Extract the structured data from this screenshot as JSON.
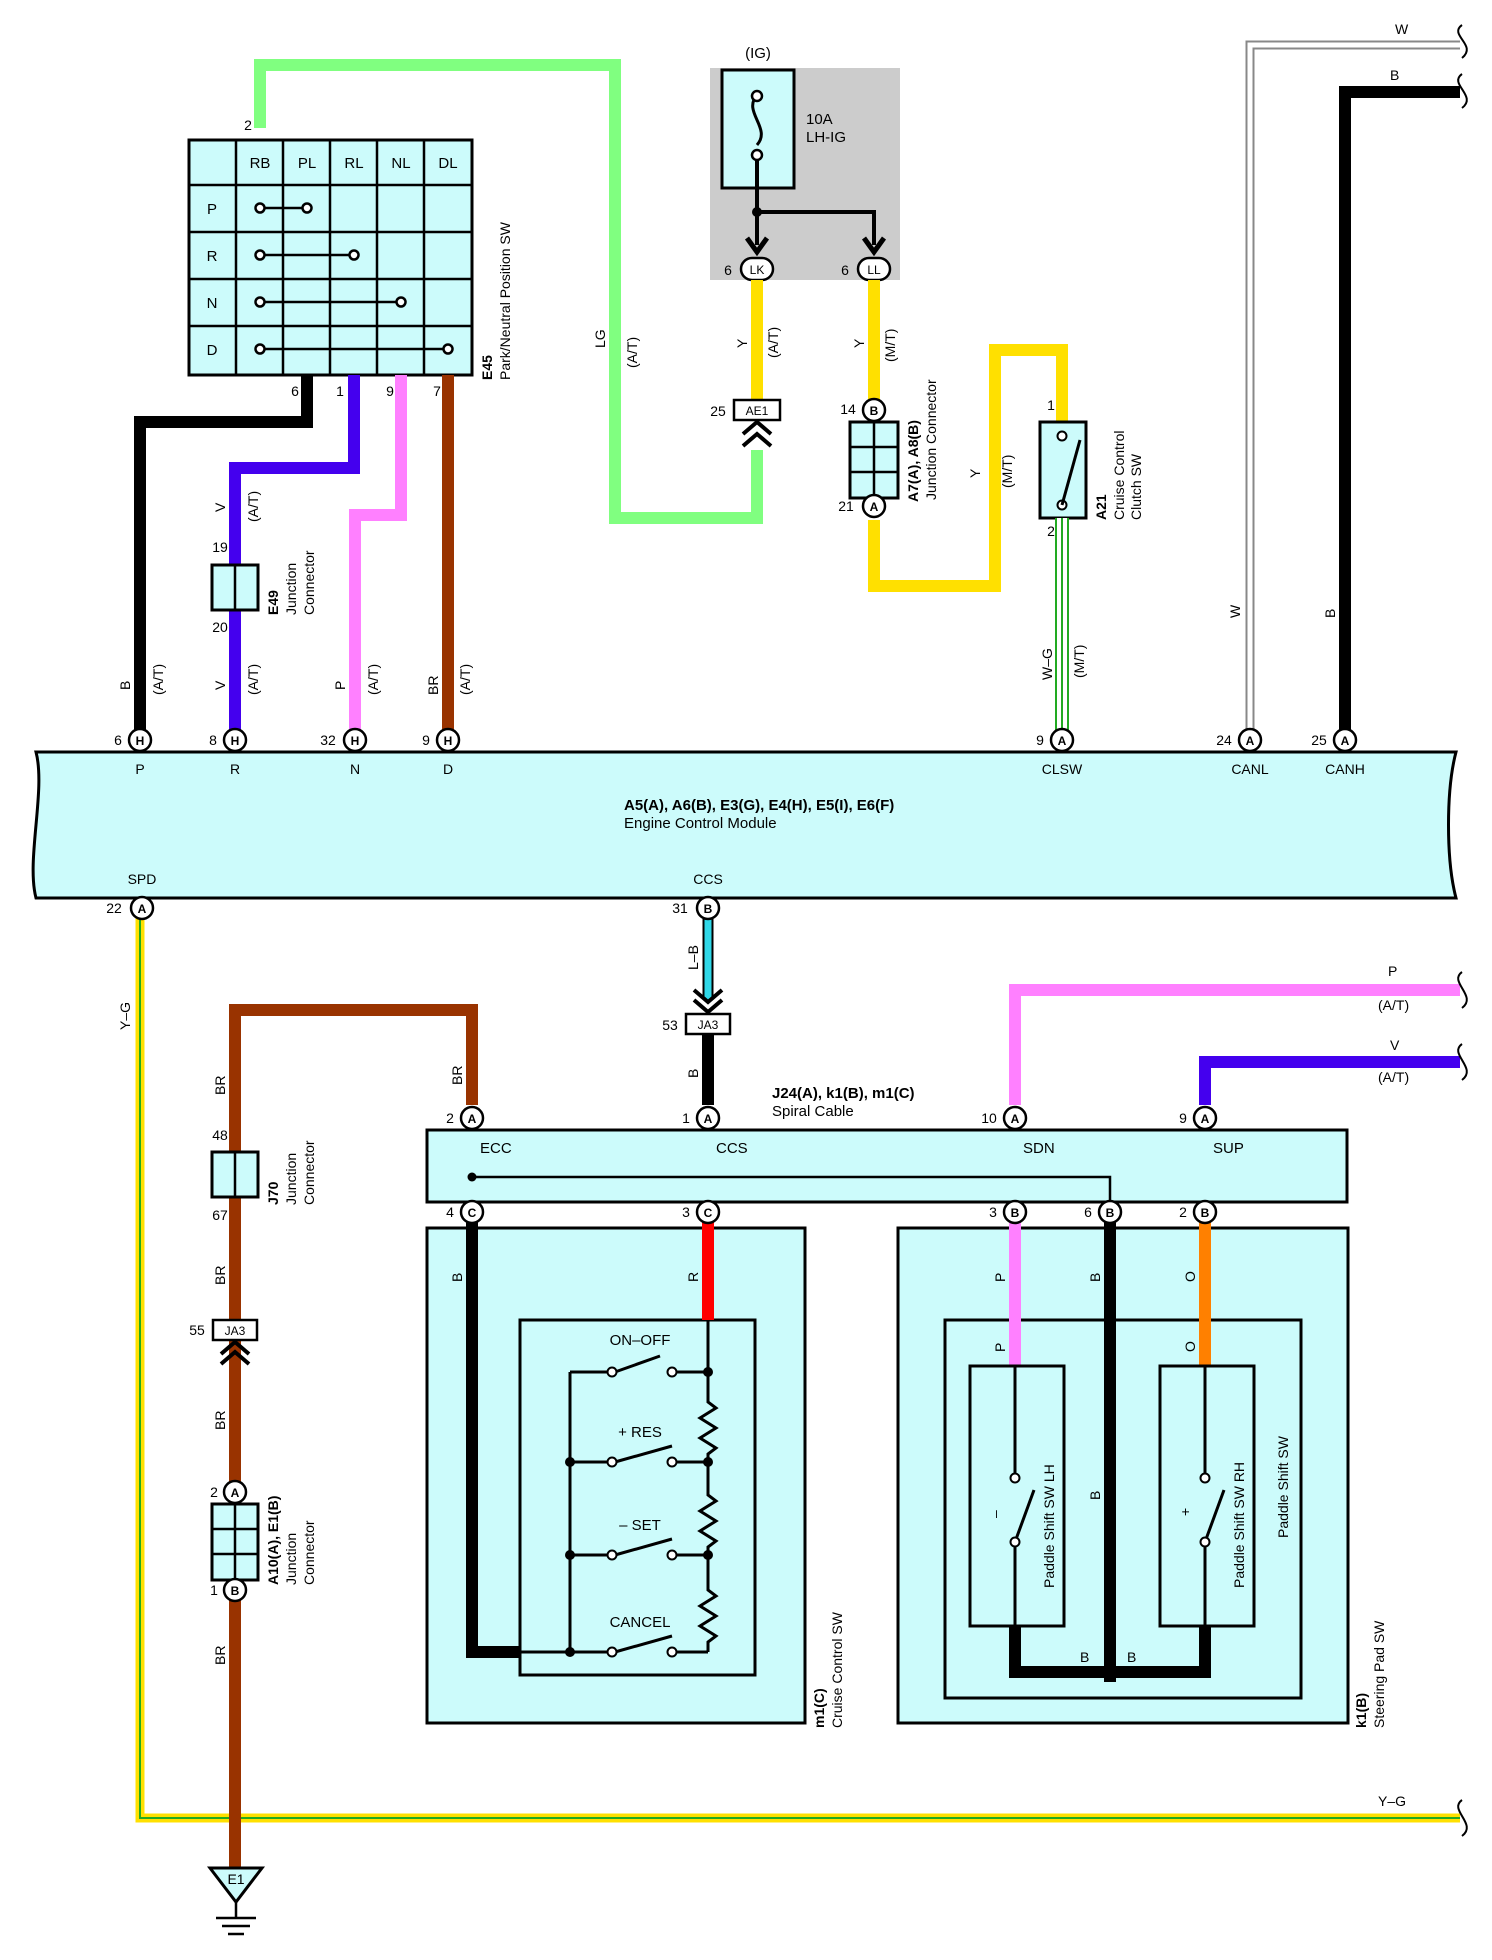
{
  "colors": {
    "black": "#000000",
    "lightgreen": "#80ff80",
    "yellow": "#ffe000",
    "violet": "#4400ee",
    "pink": "#ff80ff",
    "brown": "#993300",
    "red": "#ff0000",
    "orange": "#ff8000",
    "cyan": "#30d8e8",
    "white_wire": "#ffffff",
    "green_stripe": "#22aa22",
    "panel": "#ccfbfb",
    "grey_box": "#cccccc"
  },
  "ecm": {
    "title": "A5(A), A6(B), E3(G), E4(H), E5(I), E6(F)",
    "subtitle": "Engine Control Module",
    "top_pins": [
      {
        "num": "6",
        "conn": "H",
        "name": "P"
      },
      {
        "num": "8",
        "conn": "H",
        "name": "R"
      },
      {
        "num": "32",
        "conn": "H",
        "name": "N"
      },
      {
        "num": "9",
        "conn": "H",
        "name": "D"
      },
      {
        "num": "9",
        "conn": "A",
        "name": "CLSW"
      },
      {
        "num": "24",
        "conn": "A",
        "name": "CANL"
      },
      {
        "num": "25",
        "conn": "A",
        "name": "CANH"
      }
    ],
    "bottom_pins": [
      {
        "num": "22",
        "conn": "A",
        "name": "SPD"
      },
      {
        "num": "31",
        "conn": "B",
        "name": "CCS"
      }
    ]
  },
  "park_neutral_switch": {
    "code": "E45",
    "name": "Park/Neutral Position SW",
    "columns": [
      "RB",
      "PL",
      "RL",
      "NL",
      "DL"
    ],
    "rows": [
      "P",
      "R",
      "N",
      "D"
    ],
    "top_pin": "2",
    "bottom_pins": [
      "6",
      "1",
      "9",
      "7"
    ]
  },
  "fuse": {
    "source": "(IG)",
    "rating": "10A",
    "name": "LH-IG",
    "pins": [
      {
        "num": "6",
        "conn": "LK"
      },
      {
        "num": "6",
        "conn": "LL"
      }
    ]
  },
  "connectors": {
    "ae1": {
      "pin": "25",
      "name": "AE1"
    },
    "a7a8": {
      "code": "A7(A), A8(B)",
      "name": "Junction Connector",
      "top_pin": "14",
      "top_conn": "B",
      "bottom_pin": "21",
      "bottom_conn": "A"
    },
    "a21": {
      "code": "A21",
      "line1": "Cruise Control",
      "line2": "Clutch SW",
      "pin_top": "1",
      "pin_bottom": "2"
    },
    "e49": {
      "code": "E49",
      "line1": "Junction",
      "line2": "Connector",
      "pin_top": "19",
      "pin_bottom": "20"
    },
    "ja3_top": {
      "pin": "53",
      "name": "JA3"
    },
    "ja3_bottom": {
      "pin": "55",
      "name": "JA3"
    },
    "j70": {
      "code": "J70",
      "line1": "Junction",
      "line2": "Connector",
      "pin_top": "48",
      "pin_bottom": "67"
    },
    "a10e1": {
      "code": "A10(A), E1(B)",
      "line1": "Junction",
      "line2": "Connector",
      "top_pin": "2",
      "top_conn": "A",
      "bottom_pin": "1",
      "bottom_conn": "B"
    },
    "ground": "E1"
  },
  "wire_labels": {
    "lg": "LG",
    "at": "(A/T)",
    "mt": "(M/T)",
    "y": "Y",
    "v": "V",
    "b": "B",
    "p": "P",
    "br": "BR",
    "wg": "W–G",
    "w": "W",
    "yg": "Y–G",
    "lb": "L–B",
    "r": "R",
    "o": "O"
  },
  "spiral_cable": {
    "title": "J24(A), k1(B), m1(C)",
    "subtitle": "Spiral Cable",
    "top_pins": [
      {
        "num": "2",
        "conn": "A"
      },
      {
        "num": "1",
        "conn": "A"
      },
      {
        "num": "10",
        "conn": "A"
      },
      {
        "num": "9",
        "conn": "A"
      }
    ],
    "signals": [
      "ECC",
      "CCS",
      "SDN",
      "SUP"
    ],
    "bottom_pins": [
      {
        "num": "4",
        "conn": "C"
      },
      {
        "num": "3",
        "conn": "C"
      },
      {
        "num": "3",
        "conn": "B"
      },
      {
        "num": "6",
        "conn": "B"
      },
      {
        "num": "2",
        "conn": "B"
      }
    ]
  },
  "cruise_switch": {
    "code": "m1(C)",
    "name": "Cruise Control SW",
    "switches": [
      "ON–OFF",
      "+ RES",
      "– SET",
      "CANCEL"
    ]
  },
  "steering_pad": {
    "code": "k1(B)",
    "name": "Steering Pad SW",
    "inner": "Paddle Shift SW",
    "lh": "Paddle Shift SW LH",
    "rh": "Paddle Shift SW RH",
    "minus": "–",
    "plus": "+"
  }
}
